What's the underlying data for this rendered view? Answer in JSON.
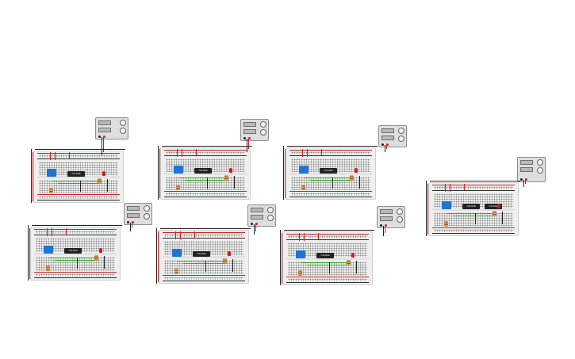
{
  "canvas": {
    "background": "#ffffff"
  },
  "colors": {
    "breadboard": "#efefef",
    "rail_positive": "#d22020",
    "rail_negative": "#2d2d2d",
    "wire_positive": "#cc1f1f",
    "wire_negative": "#222222",
    "wire_signal": "#2fae2f",
    "dip_switch": "#1f74d3",
    "chip": "#222222",
    "led": "#d21b1b",
    "power_supply": "#dedede"
  },
  "circuits": [
    {
      "id": "circuit-1",
      "chips": [
        "74LS08"
      ],
      "has_led": true
    },
    {
      "id": "circuit-2",
      "chips": [
        "74LS32"
      ],
      "has_led": true
    },
    {
      "id": "circuit-3",
      "chips": [
        "74LS86"
      ],
      "has_led": true
    },
    {
      "id": "circuit-4",
      "chips": [
        "74LS04"
      ],
      "has_led": true
    },
    {
      "id": "circuit-5",
      "chips": [
        "74LS00"
      ],
      "has_led": true
    },
    {
      "id": "circuit-6",
      "chips": [
        "74LS02"
      ],
      "has_led": true
    },
    {
      "id": "circuit-7",
      "chips": [
        "74LS08",
        "74LS32"
      ],
      "has_led": true
    }
  ],
  "icons": [
    "breadboard-icon",
    "dip-switch-icon",
    "ic-chip-icon",
    "led-icon",
    "resistor-icon",
    "power-supply-icon"
  ]
}
